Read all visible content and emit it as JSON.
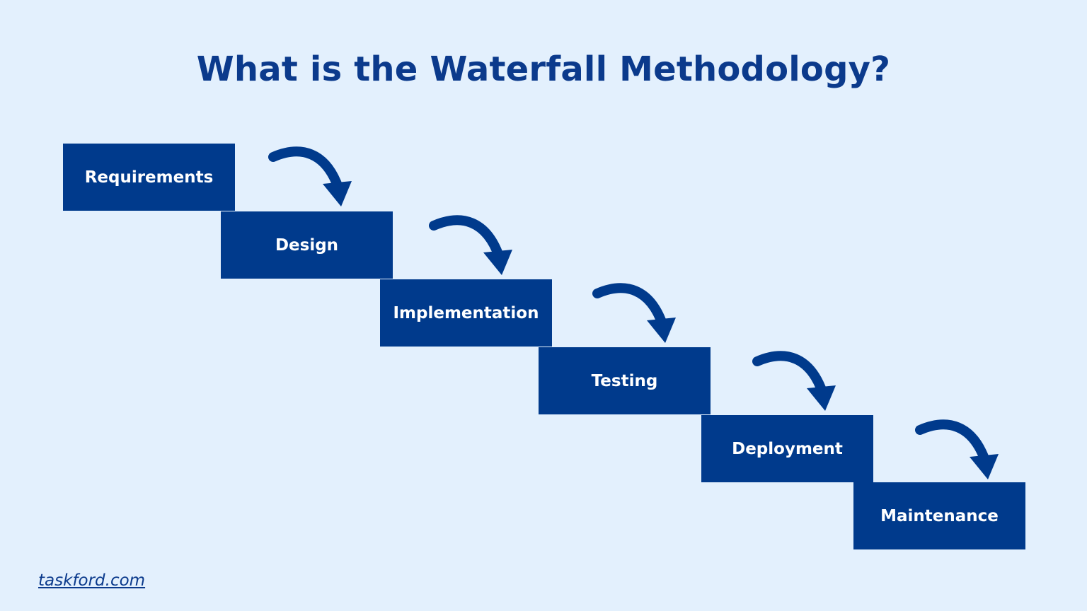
{
  "title": "What is the Waterfall Methodology?",
  "steps": [
    {
      "label": "Requirements"
    },
    {
      "label": "Design"
    },
    {
      "label": "Implementation"
    },
    {
      "label": "Testing"
    },
    {
      "label": "Deployment"
    },
    {
      "label": "Maintenance"
    }
  ],
  "footer": {
    "link_text": "taskford.com"
  },
  "colors": {
    "background": "#e3f0fd",
    "box": "#003a8c",
    "box_text": "#ffffff",
    "title": "#0b3a8c",
    "arrow": "#003a8c"
  }
}
